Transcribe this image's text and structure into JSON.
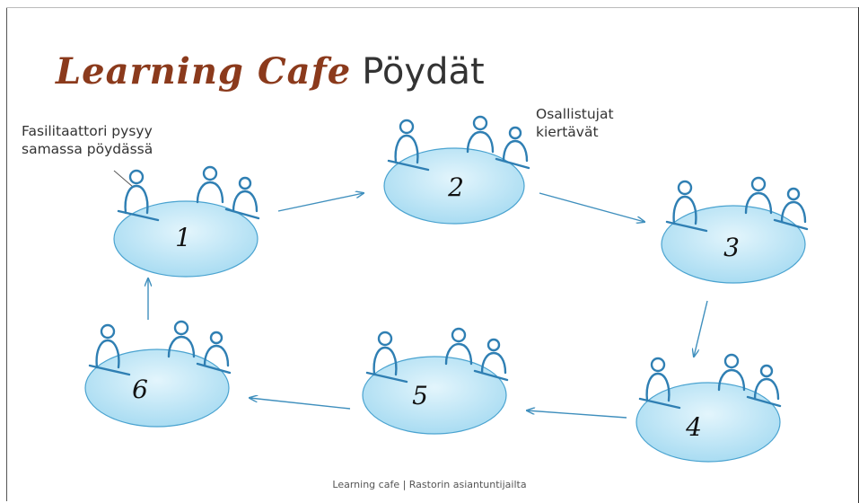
{
  "title": {
    "script": "Learning Cafe",
    "plain": "Pöydät"
  },
  "notes": {
    "facilitator": "Fasilitaattori pysyy\nsamassa pöydässä",
    "participants": "Osallistujat\nkiertävät"
  },
  "tables": [
    {
      "label": "1"
    },
    {
      "label": "2"
    },
    {
      "label": "3"
    },
    {
      "label": "4"
    },
    {
      "label": "5"
    },
    {
      "label": "6"
    }
  ],
  "colors": {
    "table_fill": "#bfe6f7",
    "table_stroke": "#4aa3d0",
    "person_stroke": "#2f7fb3",
    "arrow": "#3f8fbd",
    "title_script": "#8b3a1c"
  },
  "footer": "Learning cafe | Rastorin asiantuntijailta"
}
